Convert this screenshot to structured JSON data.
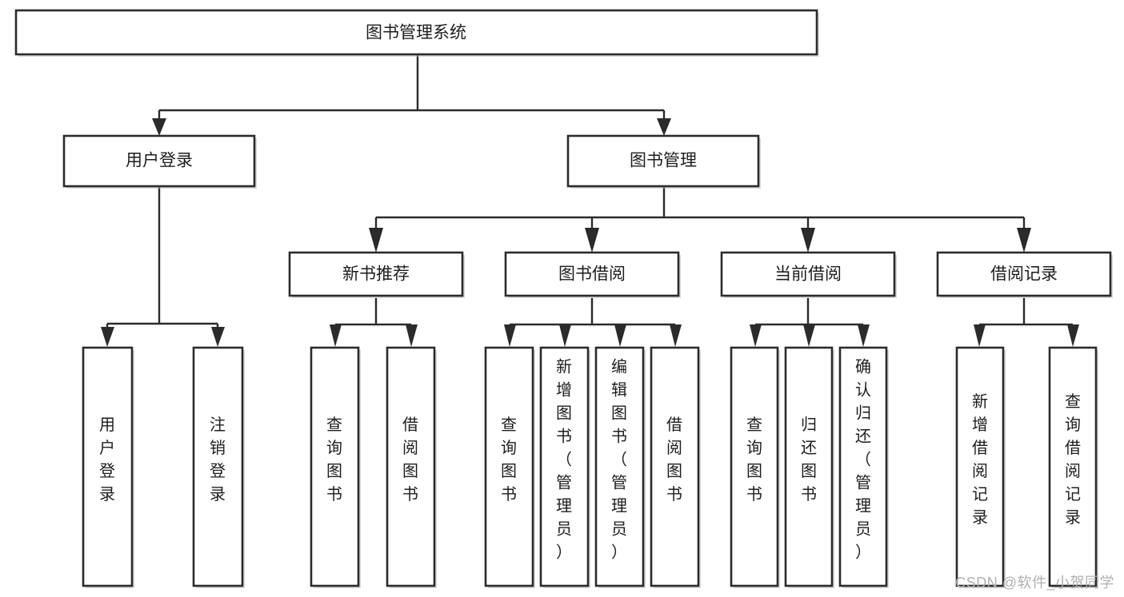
{
  "diagram": {
    "title": "图书管理系统",
    "type": "tree-hierarchy-diagram",
    "colors": {
      "box_stroke": "#2b2b2b",
      "box_fill": "#ffffff",
      "connector": "#2b2b2b",
      "background": "#ffffff",
      "watermark": "#b0b0b0"
    },
    "root": {
      "label": "图书管理系统"
    },
    "level2": [
      {
        "label": "用户登录"
      },
      {
        "label": "图书管理"
      }
    ],
    "level3": [
      {
        "label": "新书推荐"
      },
      {
        "label": "图书借阅"
      },
      {
        "label": "当前借阅"
      },
      {
        "label": "借阅记录"
      }
    ],
    "leaves": {
      "user_login": [
        {
          "label": "用户登录"
        },
        {
          "label": "注销登录"
        }
      ],
      "new_book_recommend": [
        {
          "label": "查询图书"
        },
        {
          "label": "借阅图书"
        }
      ],
      "book_borrow": [
        {
          "label": "查询图书"
        },
        {
          "label": "新增图书（管理员）"
        },
        {
          "label": "编辑图书（管理员）"
        },
        {
          "label": "借阅图书"
        }
      ],
      "current_borrow": [
        {
          "label": "查询图书"
        },
        {
          "label": "归还图书"
        },
        {
          "label": "确认归还（管理员）"
        }
      ],
      "borrow_record": [
        {
          "label": "新增借阅记录"
        },
        {
          "label": "查询借阅记录"
        }
      ]
    }
  },
  "watermark": {
    "text": "CSDN @软件_小贺同学"
  }
}
